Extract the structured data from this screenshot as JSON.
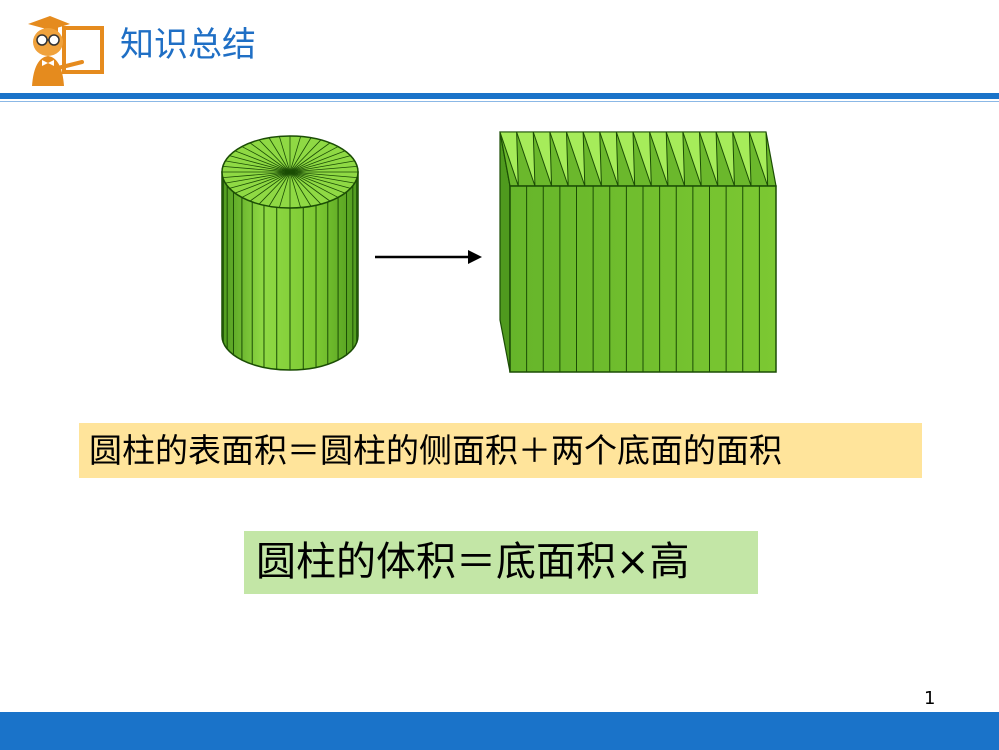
{
  "header": {
    "title": "知识总结"
  },
  "formulas": {
    "surface_area": "圆柱的表面积＝圆柱的侧面积＋两个底面的面积",
    "volume": "圆柱的体积＝底面积×高"
  },
  "footer": {
    "page_number": "1"
  },
  "colors": {
    "accent": "#1a73c9",
    "title": "#1f6fc5",
    "formula_1_bg": "#ffe49b",
    "formula_2_bg": "#c3e6a6",
    "cylinder_green": "#7cc832"
  }
}
